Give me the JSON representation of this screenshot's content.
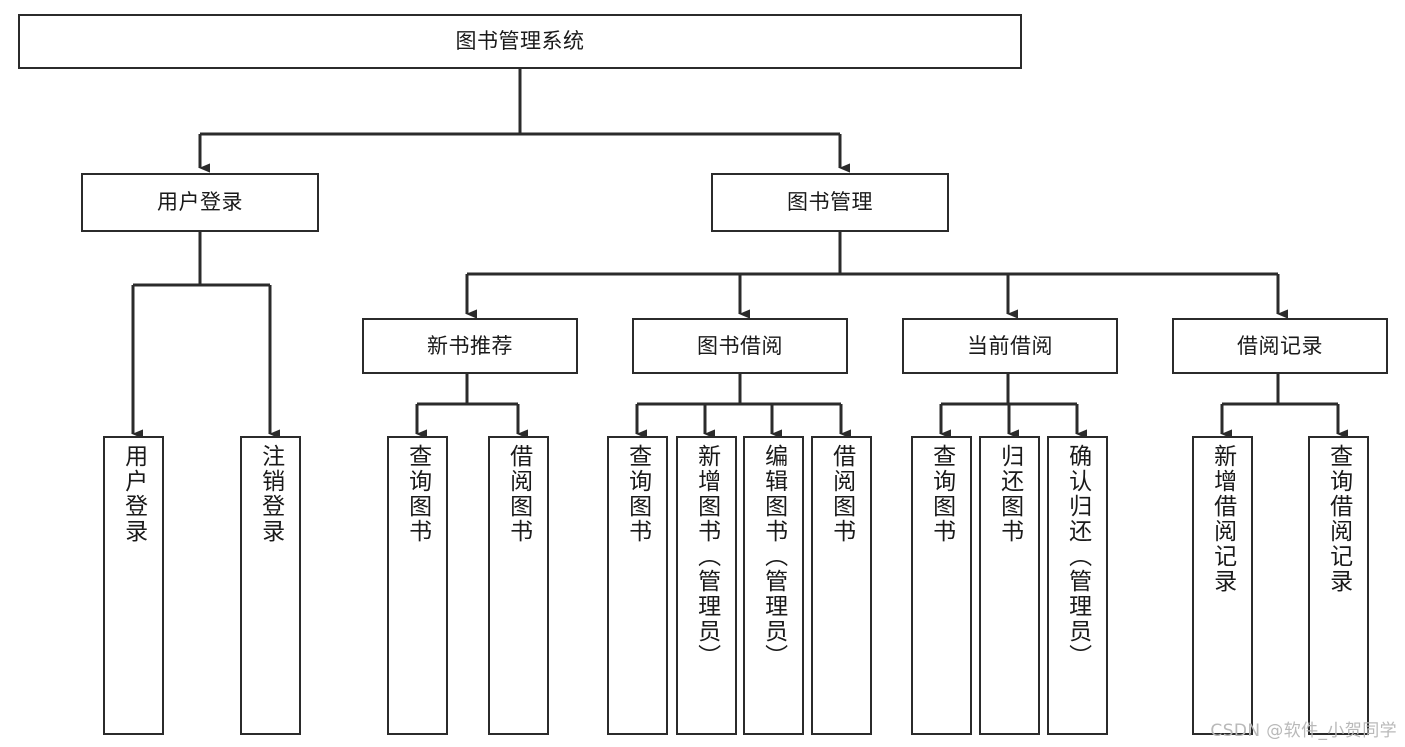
{
  "diagram": {
    "title": "图书管理系统",
    "type": "hierarchy-tree",
    "orientation": "top-down",
    "background_color": "#ffffff",
    "node_border_color": "#2b2b2b",
    "connector_color": "#2b2b2b",
    "levels": [
      {
        "level": 1,
        "nodes": [
          {
            "id": "root",
            "label": "图书管理系统"
          }
        ]
      },
      {
        "level": 2,
        "nodes": [
          {
            "id": "login",
            "label": "用户登录",
            "parent": "root"
          },
          {
            "id": "bookmgmt",
            "label": "图书管理",
            "parent": "root"
          }
        ]
      },
      {
        "level": 3,
        "nodes": [
          {
            "id": "newbook",
            "label": "新书推荐",
            "parent": "bookmgmt"
          },
          {
            "id": "borrow",
            "label": "图书借阅",
            "parent": "bookmgmt"
          },
          {
            "id": "current",
            "label": "当前借阅",
            "parent": "bookmgmt"
          },
          {
            "id": "record",
            "label": "借阅记录",
            "parent": "bookmgmt"
          }
        ]
      },
      {
        "level": 4,
        "nodes": [
          {
            "id": "leaf-user-login",
            "label": "用户登录",
            "parent": "login"
          },
          {
            "id": "leaf-user-logout",
            "label": "注销登录",
            "parent": "login"
          },
          {
            "id": "leaf-new-query",
            "label": "查询图书",
            "parent": "newbook"
          },
          {
            "id": "leaf-new-borrow",
            "label": "借阅图书",
            "parent": "newbook"
          },
          {
            "id": "leaf-borrow-query",
            "label": "查询图书",
            "parent": "borrow"
          },
          {
            "id": "leaf-borrow-add",
            "label": "新增图书（管理员）",
            "parent": "borrow"
          },
          {
            "id": "leaf-borrow-edit",
            "label": "编辑图书（管理员）",
            "parent": "borrow"
          },
          {
            "id": "leaf-borrow-lend",
            "label": "借阅图书",
            "parent": "borrow"
          },
          {
            "id": "leaf-cur-query",
            "label": "查询图书",
            "parent": "current"
          },
          {
            "id": "leaf-cur-return",
            "label": "归还图书",
            "parent": "current"
          },
          {
            "id": "leaf-cur-confirm",
            "label": "确认归还（管理员）",
            "parent": "current"
          },
          {
            "id": "leaf-rec-add",
            "label": "新增借阅记录",
            "parent": "record"
          },
          {
            "id": "leaf-rec-query",
            "label": "查询借阅记录",
            "parent": "record"
          }
        ]
      }
    ]
  },
  "watermark": {
    "text": "CSDN @软件_小贺同学"
  }
}
